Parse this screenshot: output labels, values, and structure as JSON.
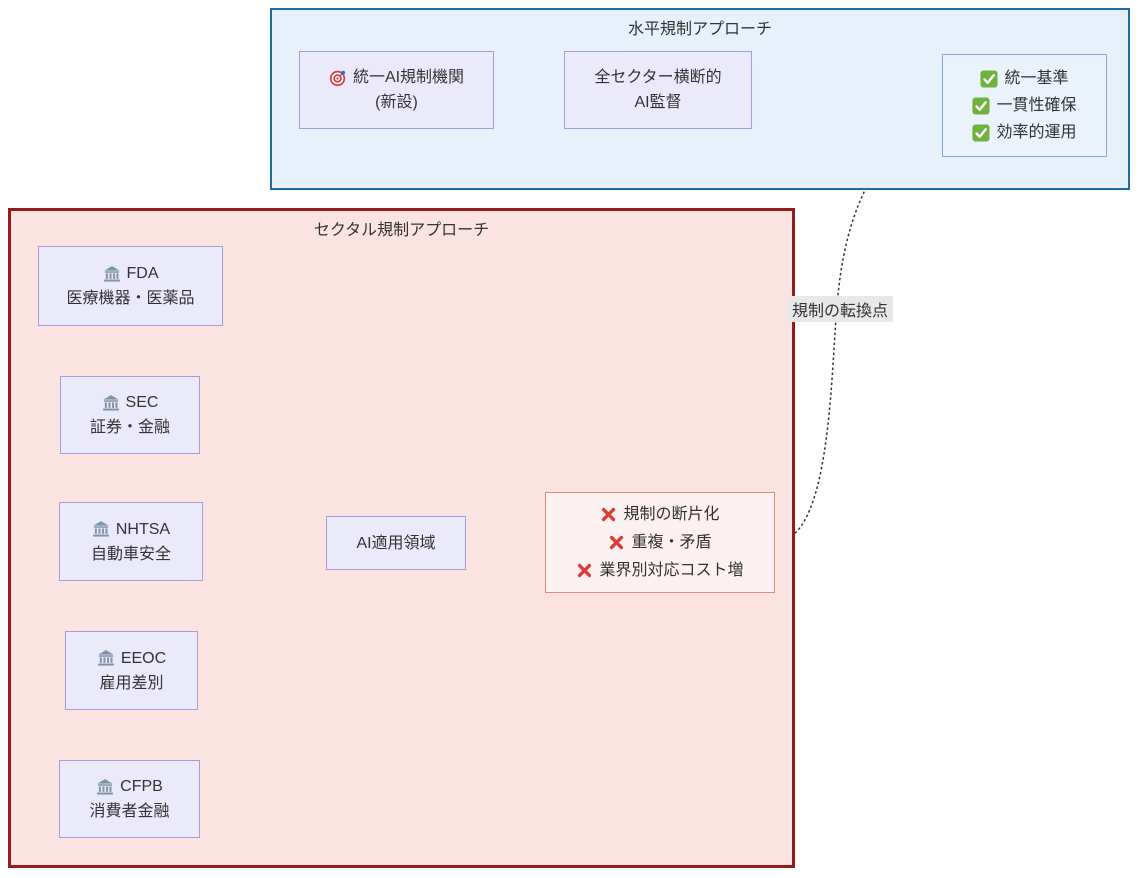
{
  "horizontal": {
    "title": "水平規制アプローチ",
    "unified_agency": {
      "line1": "統一AI規制機関",
      "line2": "(新設)"
    },
    "oversight": {
      "line1": "全セクター横断的",
      "line2": "AI監督"
    },
    "benefits": {
      "items": [
        "統一基準",
        "一貫性確保",
        "効率的運用"
      ]
    }
  },
  "sectoral": {
    "title": "セクタル規制アプローチ",
    "agencies": [
      {
        "name": "FDA",
        "domain": "医療機器・医薬品"
      },
      {
        "name": "SEC",
        "domain": "証券・金融"
      },
      {
        "name": "NHTSA",
        "domain": "自動車安全"
      },
      {
        "name": "EEOC",
        "domain": "雇用差別"
      },
      {
        "name": "CFPB",
        "domain": "消費者金融"
      }
    ],
    "ai_domain_label": "AI適用領域",
    "problems": {
      "items": [
        "規制の断片化",
        "重複・矛盾",
        "業界別対応コスト増"
      ]
    }
  },
  "edge_label": "規制の転換点",
  "colors": {
    "horizontal_fill": "#e7f1fb",
    "horizontal_border": "#1f6ba5",
    "sectoral_fill": "#fbe3e1",
    "sectoral_border": "#961b1b",
    "node_fill": "#eaeafb",
    "node_border": "#a89bdb",
    "benefit_fill": "#eaf2fc",
    "benefit_border": "#84abd8",
    "problem_fill": "#fdf2f1",
    "problem_border": "#de8c86",
    "edge": "#333333",
    "check_green": "#71b13e",
    "cross_red": "#dd3b34",
    "building_gray": "#7e93a7",
    "target_red": "#df3a3a"
  }
}
